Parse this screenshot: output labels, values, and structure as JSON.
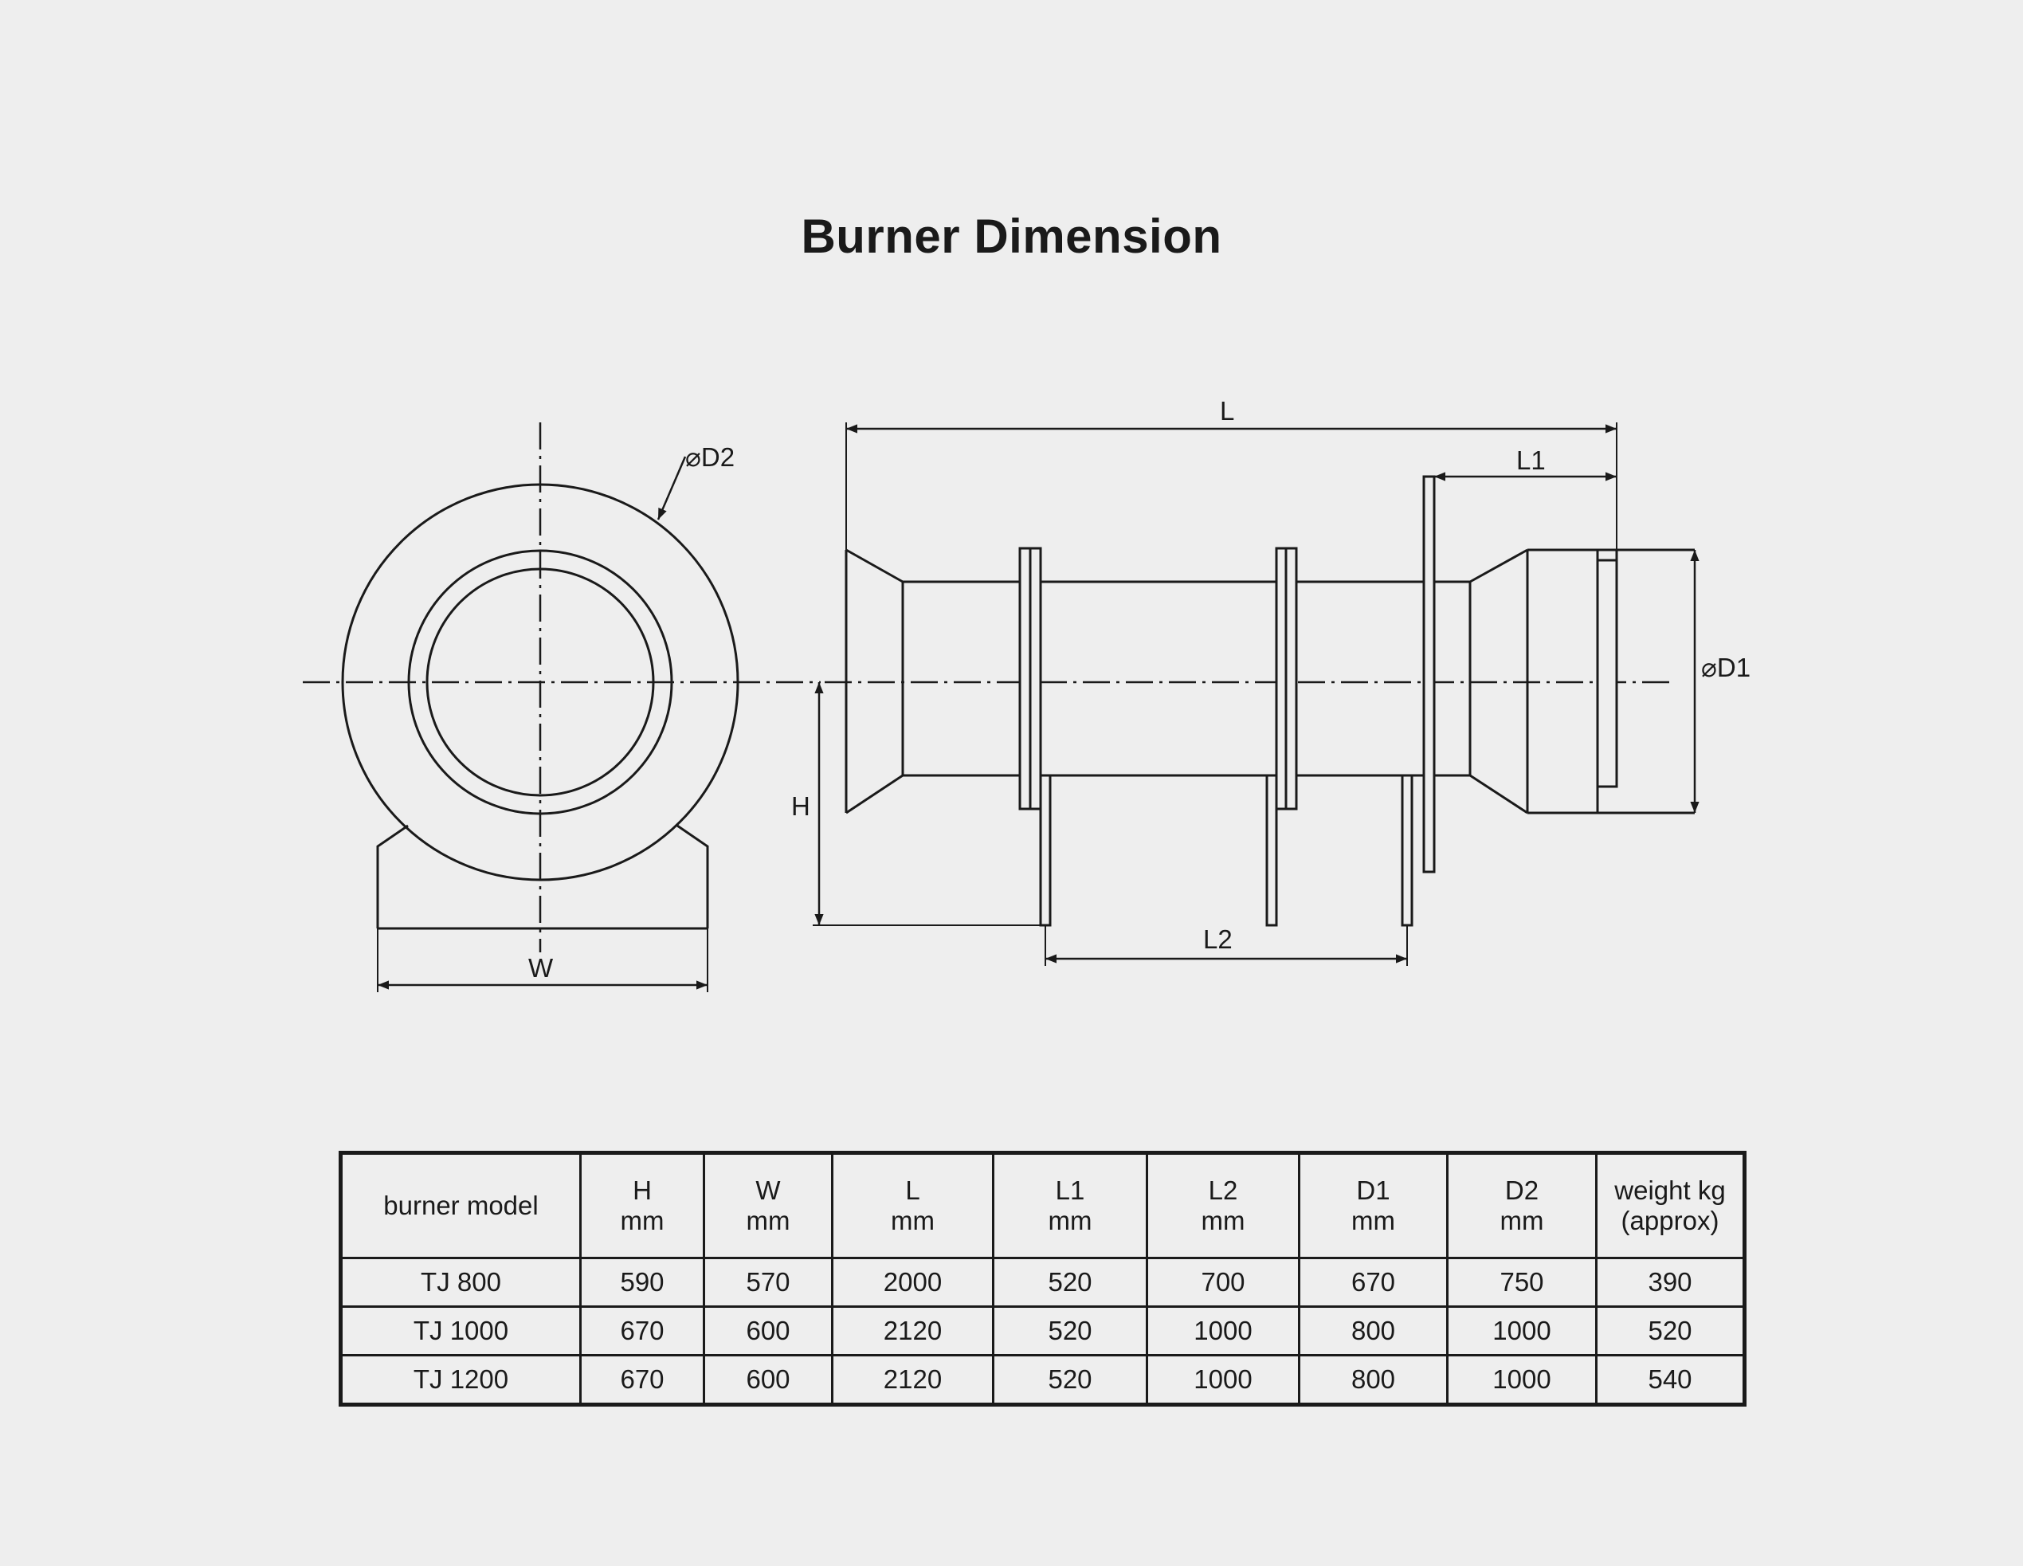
{
  "title": "Burner Dimension",
  "diagram": {
    "labels": {
      "d2": "⌀D2",
      "w": "W",
      "l": "L",
      "l1": "L1",
      "l2": "L2",
      "h": "H",
      "d1": "⌀D1"
    }
  },
  "table": {
    "headers": [
      {
        "line1": "burner model",
        "line2": ""
      },
      {
        "line1": "H",
        "line2": "mm"
      },
      {
        "line1": "W",
        "line2": "mm"
      },
      {
        "line1": "L",
        "line2": "mm"
      },
      {
        "line1": "L1",
        "line2": "mm"
      },
      {
        "line1": "L2",
        "line2": "mm"
      },
      {
        "line1": "D1",
        "line2": "mm"
      },
      {
        "line1": "D2",
        "line2": "mm"
      },
      {
        "line1": "weight kg",
        "line2": "(approx)"
      }
    ],
    "rows": [
      [
        "TJ 800",
        "590",
        "570",
        "2000",
        "520",
        "700",
        "670",
        "750",
        "390"
      ],
      [
        "TJ 1000",
        "670",
        "600",
        "2120",
        "520",
        "1000",
        "800",
        "1000",
        "520"
      ],
      [
        "TJ 1200",
        "670",
        "600",
        "2120",
        "520",
        "1000",
        "800",
        "1000",
        "540"
      ]
    ]
  }
}
